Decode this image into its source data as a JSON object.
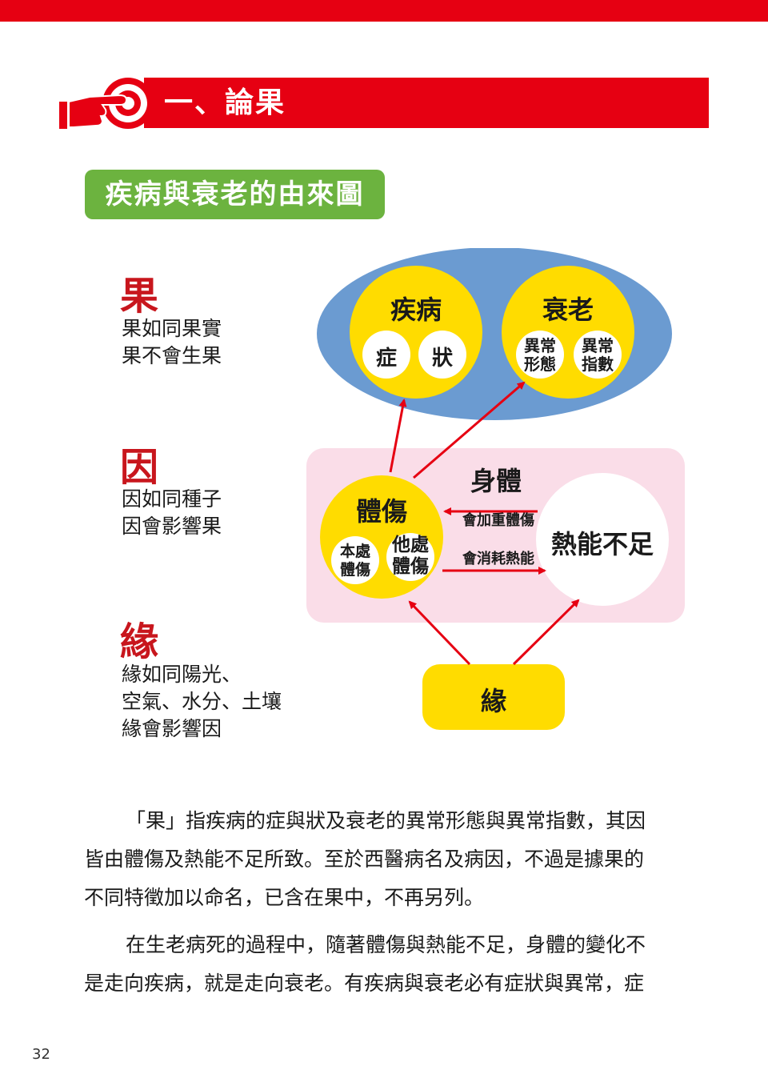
{
  "chapter": {
    "title": "一、論果"
  },
  "subtitle": "疾病與衰老的由來圖",
  "legend": [
    {
      "key": "果",
      "lines": [
        "果如同果實",
        "果不會生果"
      ]
    },
    {
      "key": "因",
      "lines": [
        "因如同種子",
        "因會影響果"
      ]
    },
    {
      "key": "緣",
      "lines": [
        "緣如同陽光、",
        "空氣、水分、土壤",
        "緣會影響因"
      ]
    }
  ],
  "diagram": {
    "disease": {
      "title": "疾病",
      "parts": [
        "症",
        "狀"
      ]
    },
    "aging": {
      "title": "衰老",
      "parts": [
        [
          "異常",
          "形態"
        ],
        [
          "異常",
          "指數"
        ]
      ]
    },
    "body_label": "身體",
    "injury": {
      "title": "體傷",
      "parts": [
        [
          "本處",
          "體傷"
        ],
        [
          "他處",
          "體傷"
        ]
      ]
    },
    "heat": "熱能不足",
    "arrow_top": "會加重體傷",
    "arrow_bottom": "會消耗熱能",
    "condition": "緣",
    "colors": {
      "red": "#e60012",
      "green": "#6cb33f",
      "blue": "#6b9bd1",
      "yellow": "#ffdc00",
      "pink": "#fadde8",
      "arrow": "#e60012"
    }
  },
  "paragraphs": [
    [
      "「果」指疾病的症與狀及衰老的異常形態與異常指數，其因",
      "皆由體傷及熱能不足所致。至於西醫病名及病因，不過是據果的",
      "不同特徵加以命名，已含在果中，不再另列。"
    ],
    [
      "在生老病死的過程中，隨著體傷與熱能不足，身體的變化不",
      "是走向疾病，就是走向衰老。有疾病與衰老必有症狀與異常，症"
    ]
  ],
  "page_number": "32"
}
